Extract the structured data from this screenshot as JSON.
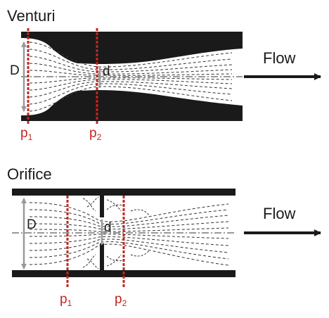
{
  "venturi": {
    "title": "Venturi",
    "diameter_label": "D",
    "throat_label": "d",
    "p1": {
      "base": "p",
      "sub": "1"
    },
    "p2": {
      "base": "p",
      "sub": "2"
    },
    "flow_label": "Flow"
  },
  "orifice": {
    "title": "Orifice",
    "diameter_label": "D",
    "throat_label": "d",
    "p1": {
      "base": "p",
      "sub": "1"
    },
    "p2": {
      "base": "p",
      "sub": "2"
    },
    "flow_label": "Flow"
  },
  "colors": {
    "wall": "#1a1a1a",
    "tap_line": "#c0261f",
    "streamline": "#333333",
    "dimension": "#999999"
  }
}
